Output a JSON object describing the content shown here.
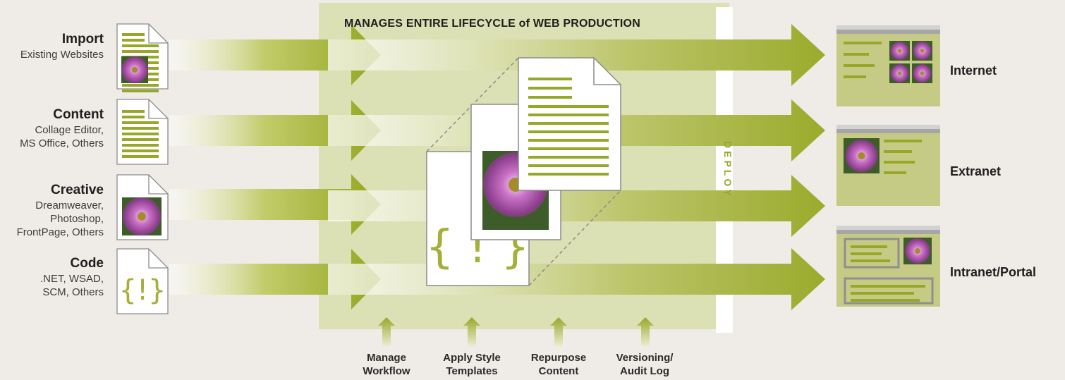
{
  "title": "MANAGES ENTIRE LIFECYCLE of WEB PRODUCTION",
  "deploy_label": "DEPLOY",
  "colors": {
    "background": "#efebe7",
    "accent": "#97a828",
    "panel": "#d9deb0",
    "screen": "#c5cb85"
  },
  "inputs": [
    {
      "heading": "Import",
      "lines": [
        "Existing Websites"
      ],
      "icon": "web-page-document-icon"
    },
    {
      "heading": "Content",
      "lines": [
        "Collage Editor,",
        "MS Office, Others"
      ],
      "icon": "text-document-icon"
    },
    {
      "heading": "Creative",
      "lines": [
        "Dreamweaver,",
        "Photoshop,",
        "FrontPage, Others"
      ],
      "icon": "image-document-icon"
    },
    {
      "heading": "Code",
      "lines": [
        ".NET, WSAD,",
        "SCM, Others"
      ],
      "icon": "code-document-icon"
    }
  ],
  "center_code_glyph": "{ ! }",
  "outputs": [
    {
      "label": "Internet",
      "icon": "internet-site-icon"
    },
    {
      "label": "Extranet",
      "icon": "extranet-site-icon"
    },
    {
      "label": "Intranet/Portal",
      "icon": "intranet-portal-icon"
    }
  ],
  "functions": [
    {
      "lines": [
        "Manage",
        "Workflow"
      ]
    },
    {
      "lines": [
        "Apply Style",
        "Templates"
      ]
    },
    {
      "lines": [
        "Repurpose",
        "Content"
      ]
    },
    {
      "lines": [
        "Versioning/",
        "Audit Log"
      ]
    }
  ]
}
